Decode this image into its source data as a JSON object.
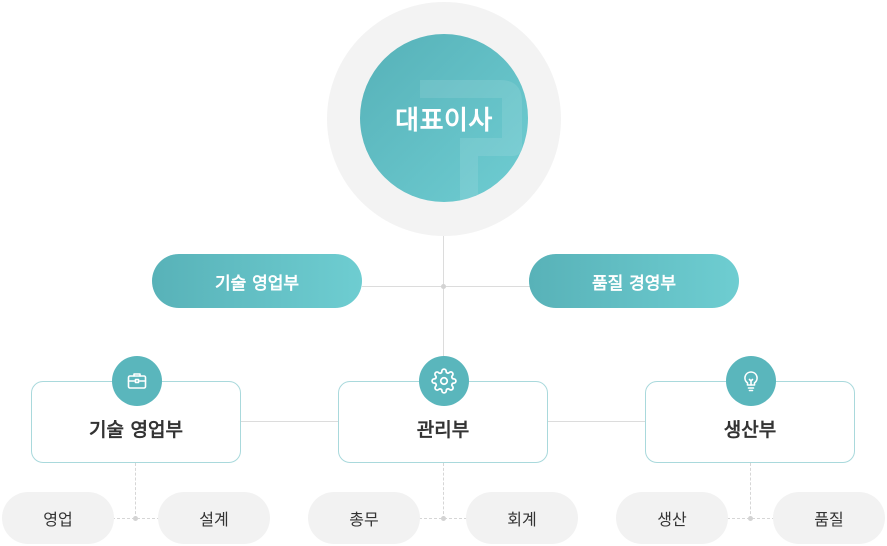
{
  "ceo": {
    "label": "대표이사"
  },
  "divisions": [
    {
      "label": "기술 영업부"
    },
    {
      "label": "품질 경영부"
    }
  ],
  "departments": [
    {
      "name": "기술 영업부",
      "icon": "briefcase-icon",
      "teams": [
        "영업",
        "설계"
      ]
    },
    {
      "name": "관리부",
      "icon": "gear-icon",
      "teams": [
        "총무",
        "회계"
      ]
    },
    {
      "name": "생산부",
      "icon": "lightbulb-icon",
      "teams": [
        "생산",
        "품질"
      ]
    }
  ],
  "colors": {
    "accent": "#5ab6bc",
    "accent_light": "#6ecdd1",
    "border": "#a9d9dc",
    "chip_bg": "#f2f2f2",
    "ring_bg": "#f3f3f3"
  }
}
